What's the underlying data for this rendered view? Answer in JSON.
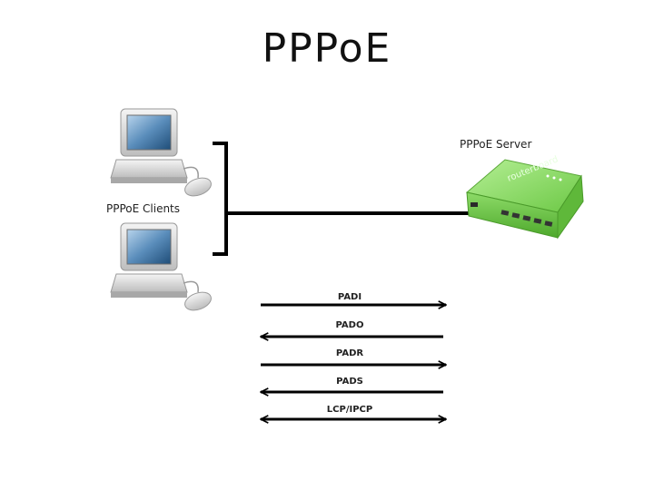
{
  "title": "PPPoE",
  "clients": {
    "label": "PPPoE Clients",
    "count": 2,
    "icon": "desktop-computer-icon"
  },
  "server": {
    "label": "PPPoE Server",
    "device_text": "routerboard",
    "icon": "router-icon",
    "color": "#7fd35a"
  },
  "messages": [
    {
      "label": "PADI",
      "direction": "right"
    },
    {
      "label": "PADO",
      "direction": "left"
    },
    {
      "label": "PADR",
      "direction": "right"
    },
    {
      "label": "PADS",
      "direction": "left"
    },
    {
      "label": "LCP/IPCP",
      "direction": "both"
    }
  ]
}
